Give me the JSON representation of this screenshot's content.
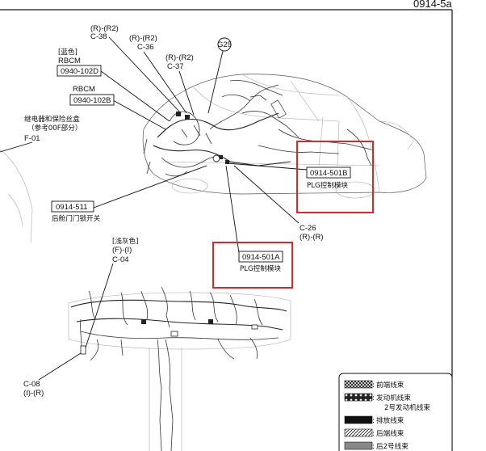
{
  "page_id": "0914-5a",
  "callouts": {
    "r_r2_c38": {
      "line1": "(R)-(R2)",
      "line2": "C-38"
    },
    "r_r2_c36": {
      "line1": "(R)-(R2)",
      "line2": "C-36"
    },
    "r_r2_c37": {
      "line1": "(R)-(R2)",
      "line2": "C-37"
    },
    "g25": "G25",
    "rbcm_blue": {
      "color": "[蓝色]",
      "name": "RBCM",
      "code": "0940-102D"
    },
    "rbcm": {
      "name": "RBCM",
      "code": "0940-102B"
    },
    "relay_box": {
      "line1": "继电器和保险丝盒",
      "line2": "（参考00F部分）",
      "line3": "F-01"
    },
    "plg_b": {
      "code": "0914-501B",
      "desc": "PLG控制模块"
    },
    "liftgate_switch": {
      "code": "0914-511",
      "desc": "后舱门门锁开关"
    },
    "c26": {
      "line1": "C-26",
      "line2": "(R)-(R)"
    },
    "light_gray": {
      "color": "[浅灰色]",
      "line1": "(F)-(I)",
      "line2": "C-04"
    },
    "plg_a": {
      "code": "0914-501A",
      "desc": "PLG控制模块"
    },
    "c08": {
      "line1": "C-08",
      "line2": "(I)-(R)"
    }
  },
  "legend": {
    "items": [
      {
        "label": "前端线束"
      },
      {
        "label": "发动机线束"
      },
      {
        "label": "2号发动机线束"
      },
      {
        "label": "排放线束"
      },
      {
        "label": "后端线束"
      },
      {
        "label": "后2号线束"
      }
    ]
  },
  "colors": {
    "highlight": "#d9272e"
  }
}
